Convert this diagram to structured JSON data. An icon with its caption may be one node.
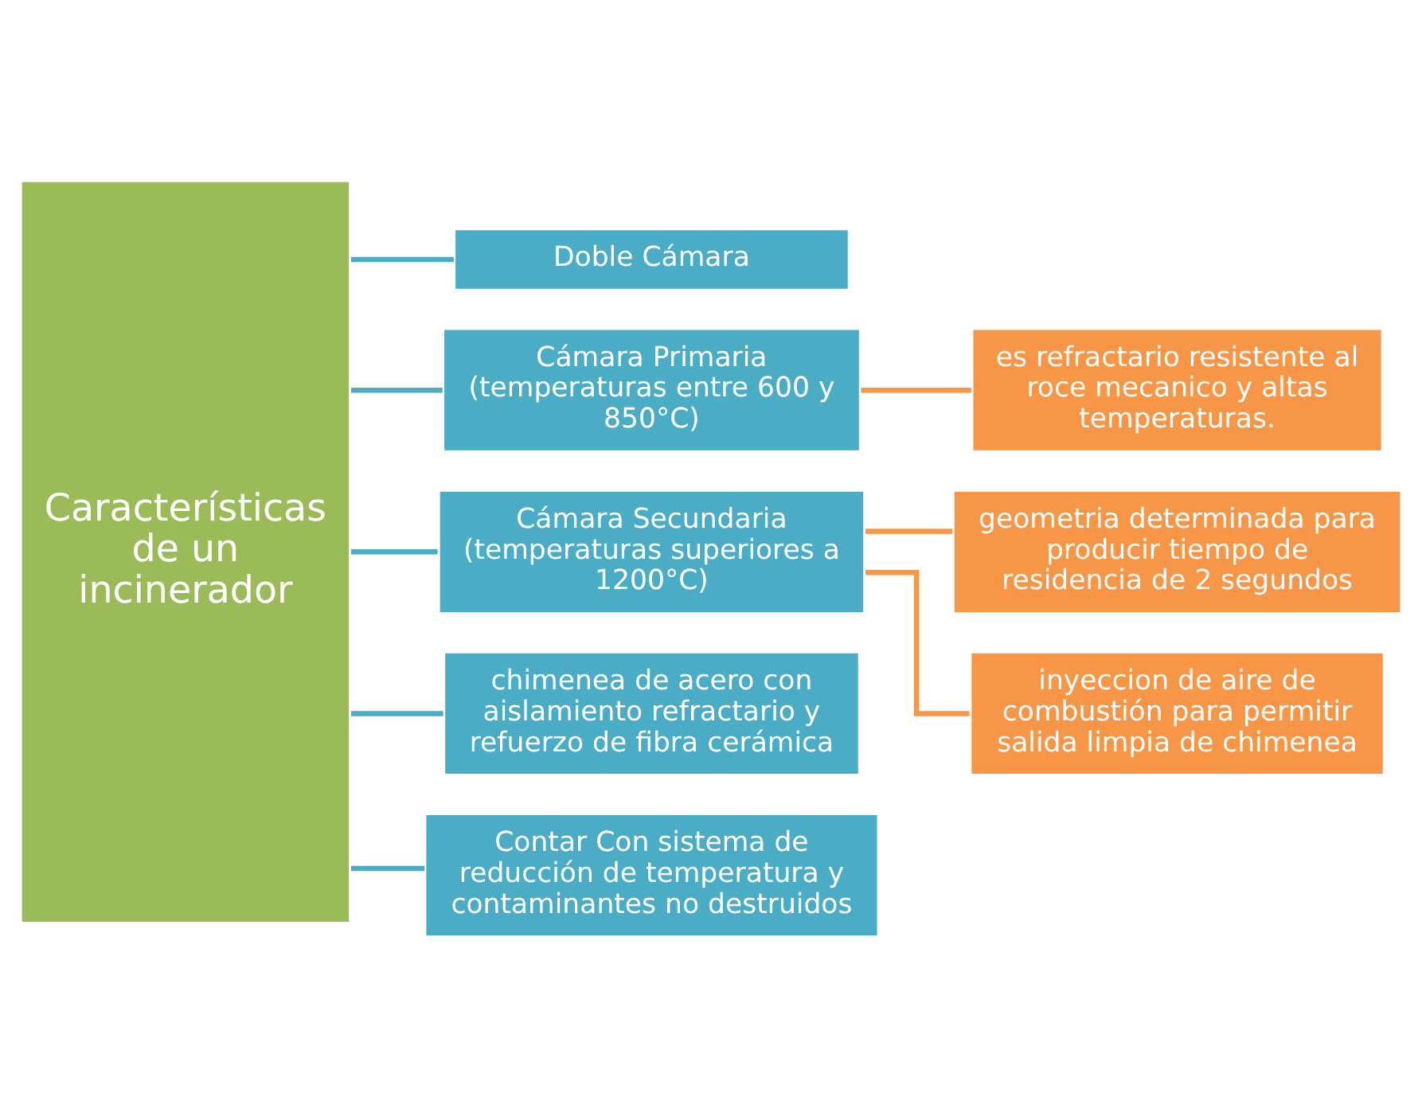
{
  "diagram": {
    "nodes": [
      {
        "text": [
          "Características de un incinerador"
        ]
      },
      {
        "text": [
          "Doble Cámara"
        ]
      },
      {
        "text": [
          "Cámara Primaria (temperaturas entre 600 y 850°C)"
        ]
      },
      {
        "text": [
          "es refractario resistente al roce mecanico y altas temperaturas."
        ]
      },
      {
        "text": [
          "Cámara Secundaria (temperaturas superiores a 1200°C)"
        ]
      },
      {
        "text": [
          "geometria determinada para producir tiempo de residencia de 2 segundos"
        ]
      },
      {
        "text": [
          "inyeccion de aire de combustión para permitir salida limpia de chimenea"
        ]
      },
      {
        "text": [
          "chimenea de acero con aislamiento refractario y refuerzo de fibra cerámica"
        ]
      },
      {
        "text": [
          "Contar Con sistema de reducción de temperatura y contaminantes no destruidos"
        ]
      }
    ],
    "edges": [
      {
        "from": 0,
        "to": 1,
        "arrow": "none"
      },
      {
        "from": 0,
        "to": 2,
        "arrow": "none"
      },
      {
        "from": 0,
        "to": 4,
        "arrow": "none"
      },
      {
        "from": 0,
        "to": 7,
        "arrow": "none"
      },
      {
        "from": 0,
        "to": 8,
        "arrow": "none"
      },
      {
        "from": 2,
        "to": 3,
        "arrow": "none",
        "color": "#f79646"
      },
      {
        "from": 4,
        "to": 5,
        "arrow": "none",
        "color": "#f79646"
      },
      {
        "from": 4,
        "to": 6,
        "arrow": "none",
        "color": "#f79646"
      }
    ]
  }
}
